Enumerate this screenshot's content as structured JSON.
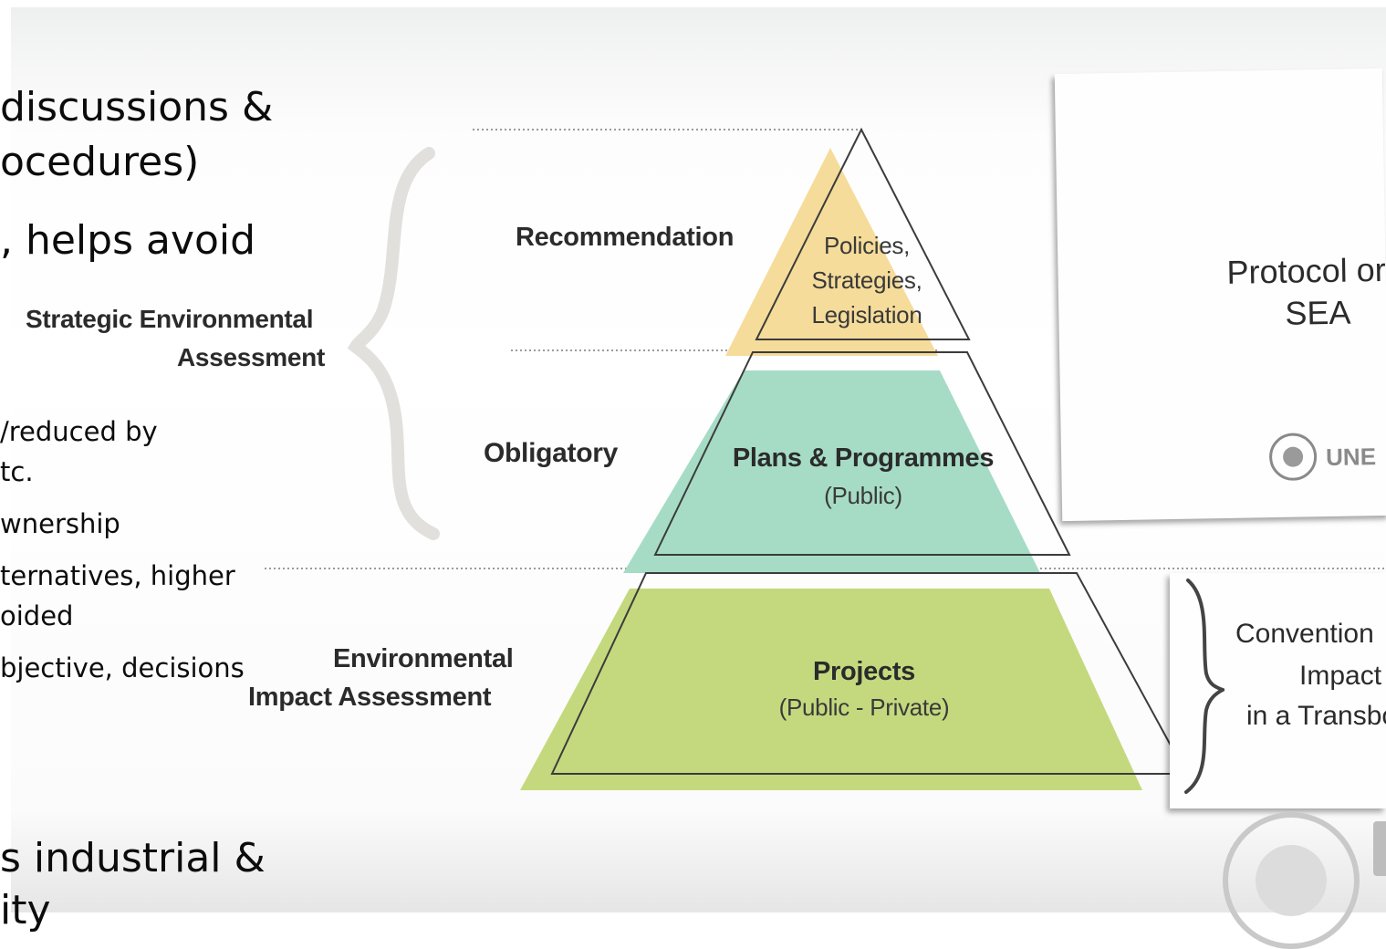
{
  "left_text": {
    "line1": "discussions &",
    "line2": "ocedures)",
    "line3": ", helps avoid",
    "bullet1a": "/reduced by",
    "bullet1b": "tc.",
    "bullet2": "wnership",
    "bullet3a": "ternatives, higher",
    "bullet3b": "oided",
    "bullet4": "bjective, decisions",
    "line_bottom1": "s industrial &",
    "line_bottom2": "ity"
  },
  "diagram": {
    "sea_label_line1": "Strategic Environmental",
    "sea_label_line2": "Assessment",
    "eia_label_line1": "Environmental",
    "eia_label_line2": "Impact Assessment",
    "recommendation": "Recommendation",
    "obligatory": "Obligatory",
    "tier_top_line1": "Policies,",
    "tier_top_line2": "Strategies,",
    "tier_top_line3": "Legislation",
    "tier_mid_title": "Plans & Programmes",
    "tier_mid_sub": "(Public)",
    "tier_bottom_title": "Projects",
    "tier_bottom_sub": "(Public - Private)",
    "colors": {
      "top_fill": "#f6dc9a",
      "mid_fill": "#a6dcc6",
      "bottom_fill": "#c4d97e",
      "outline": "#3c3c3c"
    }
  },
  "cards": {
    "protocol_line1": "Protocol or",
    "protocol_line2": "SEA",
    "logo_text": "UNE",
    "convention_line1": "Convention",
    "convention_line2": "Impact",
    "convention_line3": "in a Transbo"
  }
}
